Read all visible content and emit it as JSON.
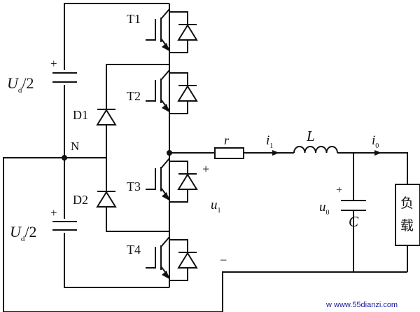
{
  "circuit": {
    "sources": {
      "upper": {
        "main": "U",
        "sub": "d",
        "tail": "/2",
        "sign": "+"
      },
      "lower": {
        "main": "U",
        "sub": "d",
        "tail": "/2",
        "sign": "+"
      }
    },
    "node_label": "N",
    "transistors": [
      "T1",
      "T2",
      "T3",
      "T4"
    ],
    "clamp_diodes": [
      "D1",
      "D2"
    ],
    "output": {
      "resistor": "r",
      "current_main": "i",
      "current_sub": "1",
      "inductor": "L",
      "out_current_main": "i",
      "out_current_sub": "0",
      "voltage_main": "u",
      "voltage_sub": "1",
      "cap_voltage_main": "u",
      "cap_voltage_sub": "0",
      "capacitor": "C",
      "plus": "+",
      "minus": "−",
      "cap_plus": "+"
    },
    "load": {
      "char1": "负",
      "char2": "载"
    }
  },
  "watermark": "w  www.55dianzi.com"
}
